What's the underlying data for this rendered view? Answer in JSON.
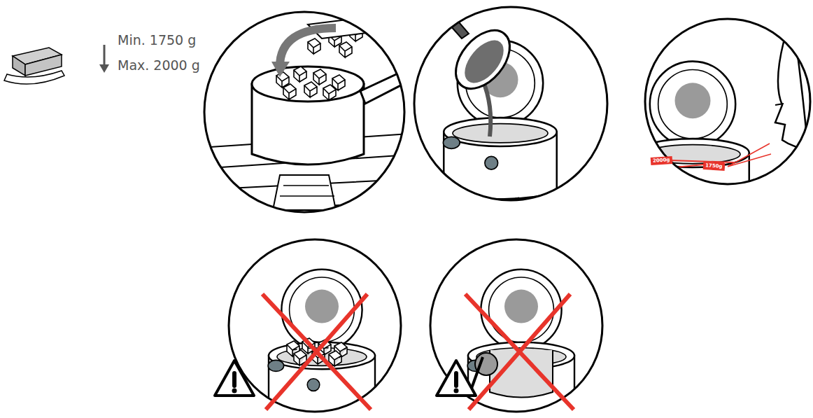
{
  "diagram": {
    "labels": [
      "Min. 1750 g",
      "Max. 2000 g",
      "2000g",
      "1750g"
    ]
  }
}
